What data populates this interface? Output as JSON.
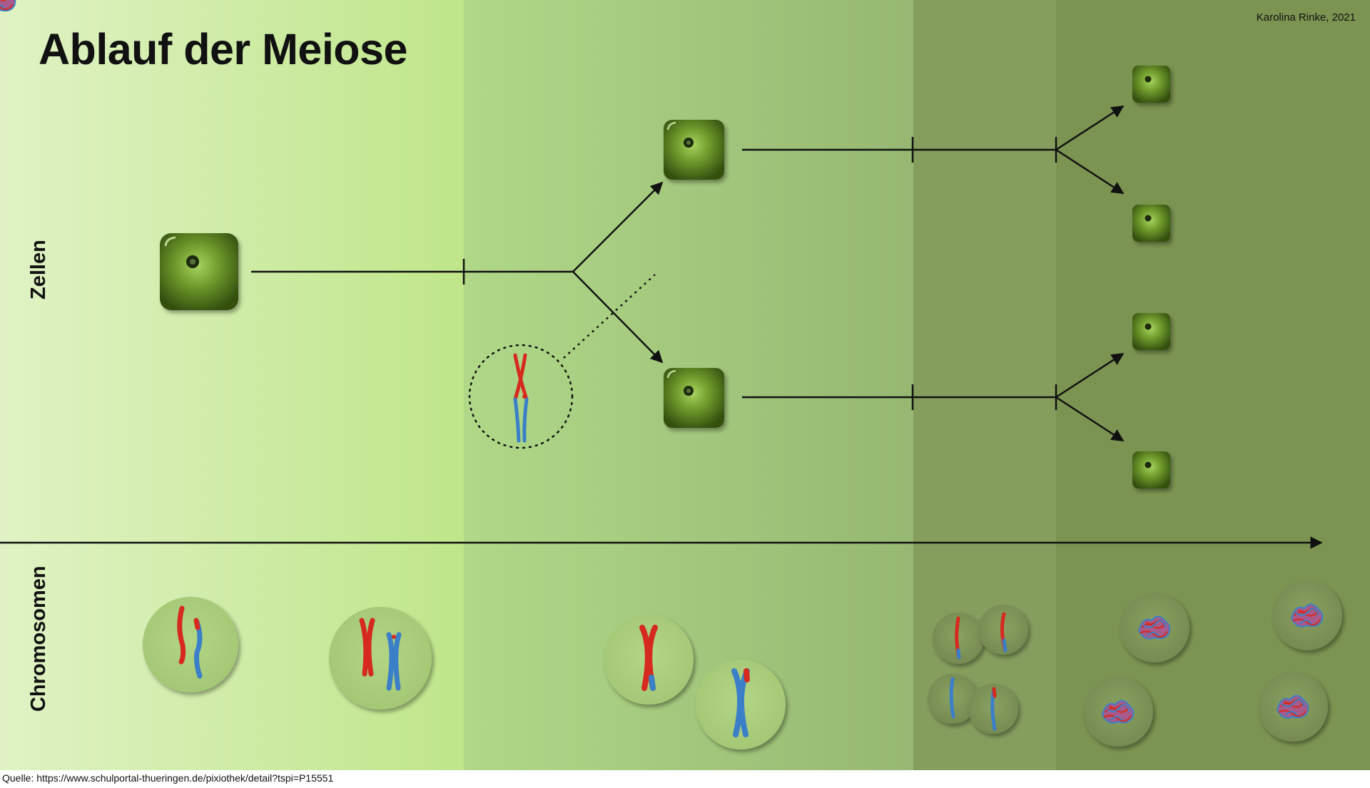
{
  "title": "Ablauf der Meiose",
  "author": "Karolina Rinke, 2021",
  "row_labels": {
    "cells": "Zellen",
    "chromosomes": "Chromosomen"
  },
  "source": "Quelle: https://www.schulportal-thueringen.de/pixiothek/detail?tspi=P15551",
  "colors": {
    "cell_dark": "#3f5a14",
    "cell_light": "#8fc24a",
    "chromosome_red": "#d62a1e",
    "chromosome_blue": "#3a7fc8",
    "line": "#111111"
  }
}
